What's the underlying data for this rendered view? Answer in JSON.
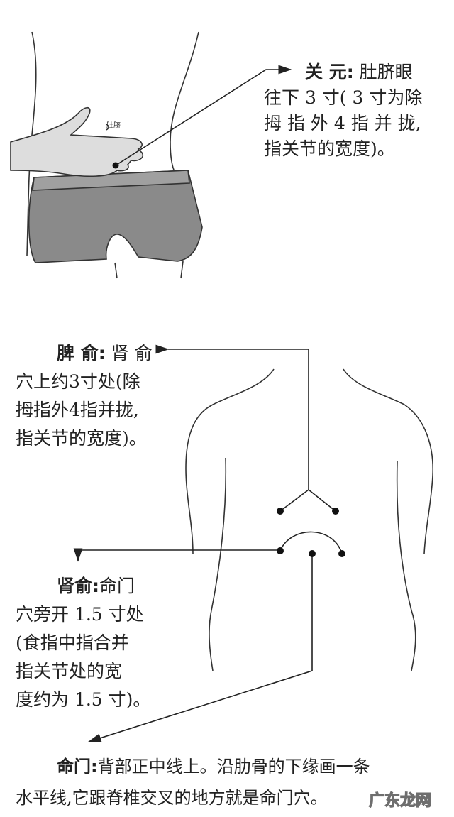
{
  "front_figure": {
    "navel_label": "肚脐"
  },
  "guanyuan": {
    "name": "关 元:",
    "lines": [
      "肚脐眼",
      "往下 3 寸( 3 寸为除",
      "拇 指 外 4 指 并 拢,",
      "指关节的宽度)。"
    ]
  },
  "pishu": {
    "name": "脾 俞:",
    "lines": [
      "肾 俞",
      "穴上约3寸处(除",
      "拇指外4指并拢,",
      "指关节的宽度)。"
    ]
  },
  "shenshu": {
    "name": "肾俞:",
    "lines": [
      "命门",
      "穴旁开 1.5 寸处",
      "(食指中指合并",
      "指关节处的宽",
      "度约为 1.5 寸)。"
    ]
  },
  "mingmen": {
    "name": "命门:",
    "lines": [
      "背部正中线上。沿肋骨的下缘画一条",
      "水平线,它跟脊椎交叉的地方就是命门穴。"
    ]
  },
  "watermark": "广东龙网"
}
